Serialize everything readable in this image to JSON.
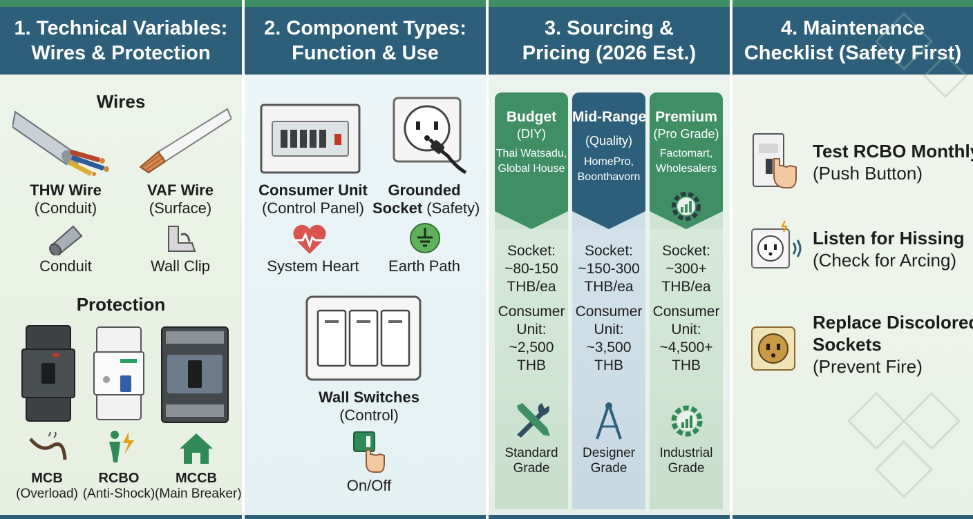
{
  "panels": [
    {
      "title_line1": "1. Technical Variables:",
      "title_line2": "Wires & Protection",
      "wires_heading": "Wires",
      "thw_name": "THW Wire",
      "thw_use": "(Conduit)",
      "vaf_name": "VAF Wire",
      "vaf_use": "(Surface)",
      "conduit_label": "Conduit",
      "wallclip_label": "Wall Clip",
      "protection_heading": "Protection",
      "mcb_name": "MCB",
      "mcb_use": "(Overload)",
      "rcbo_name": "RCBO",
      "rcbo_use": "(Anti-Shock)",
      "mccb_name": "MCCB",
      "mccb_use": "(Main Breaker)"
    },
    {
      "title_line1": "2. Component Types:",
      "title_line2": "Function & Use",
      "cu_name": "Consumer Unit",
      "cu_use": "(Control Panel)",
      "socket_name": "Grounded",
      "socket_name2": "Socket",
      "socket_use": "(Safety)",
      "heart_label": "System Heart",
      "earth_label": "Earth Path",
      "switch_name": "Wall Switches",
      "switch_use": "(Control)",
      "onoff_label": "On/Off"
    },
    {
      "title_line1": "3. Sourcing &",
      "title_line2": "Pricing (2026 Est.)",
      "tiers": [
        {
          "name": "Budget",
          "sub": "(DIY)",
          "stores1": "Thai Watsadu,",
          "stores2": "Global House",
          "socket1": "Socket:",
          "socket2": "~80-150",
          "socket3": "THB/ea",
          "cu1": "Consumer",
          "cu2": "Unit:",
          "cu3": "~2,500",
          "cu4": "THB",
          "grade1": "Standard",
          "grade2": "Grade"
        },
        {
          "name": "Mid-Range",
          "sub": "(Quality)",
          "stores1": "HomePro,",
          "stores2": "Boonthavorn",
          "socket1": "Socket:",
          "socket2": "~150-300",
          "socket3": "THB/ea",
          "cu1": "Consumer",
          "cu2": "Unit:",
          "cu3": "~3,500",
          "cu4": "THB",
          "grade1": "Designer",
          "grade2": "Grade"
        },
        {
          "name": "Premium",
          "sub": "(Pro Grade)",
          "stores1": "Factomart,",
          "stores2": "Wholesalers",
          "socket1": "Socket:",
          "socket2": "~300+",
          "socket3": "THB/ea",
          "cu1": "Consumer",
          "cu2": "Unit:",
          "cu3": "~4,500+",
          "cu4": "THB",
          "grade1": "Industrial",
          "grade2": "Grade"
        }
      ]
    },
    {
      "title_line1": "4. Maintenance",
      "title_line2": "Checklist (Safety First)",
      "items": [
        {
          "title1": "Test RCBO Monthly",
          "title2": "",
          "sub": "(Push Button)"
        },
        {
          "title1": "Listen for Hissing",
          "title2": "",
          "sub": "(Check for Arcing)"
        },
        {
          "title1": "Replace Discolored",
          "title2": "Sockets",
          "sub": "(Prevent Fire)"
        }
      ]
    }
  ],
  "colors": {
    "header": "#2d5f7b",
    "accent_green": "#3f8e64",
    "budget": "#3f8e64",
    "midrange": "#2d5f7b",
    "premium": "#3f8e64"
  },
  "icons": [
    "thw-wire-icon",
    "vaf-wire-icon",
    "conduit-icon",
    "wall-clip-icon",
    "mcb-icon",
    "rcbo-icon",
    "mccb-icon",
    "overload-icon",
    "anti-shock-icon",
    "house-icon",
    "consumer-unit-icon",
    "socket-plug-icon",
    "heart-pulse-icon",
    "earth-ground-icon",
    "wall-switch-icon",
    "toggle-hand-icon",
    "gear-chart-icon",
    "tools-icon",
    "compass-icon",
    "rcbo-test-icon",
    "socket-sound-icon",
    "burnt-socket-icon"
  ]
}
